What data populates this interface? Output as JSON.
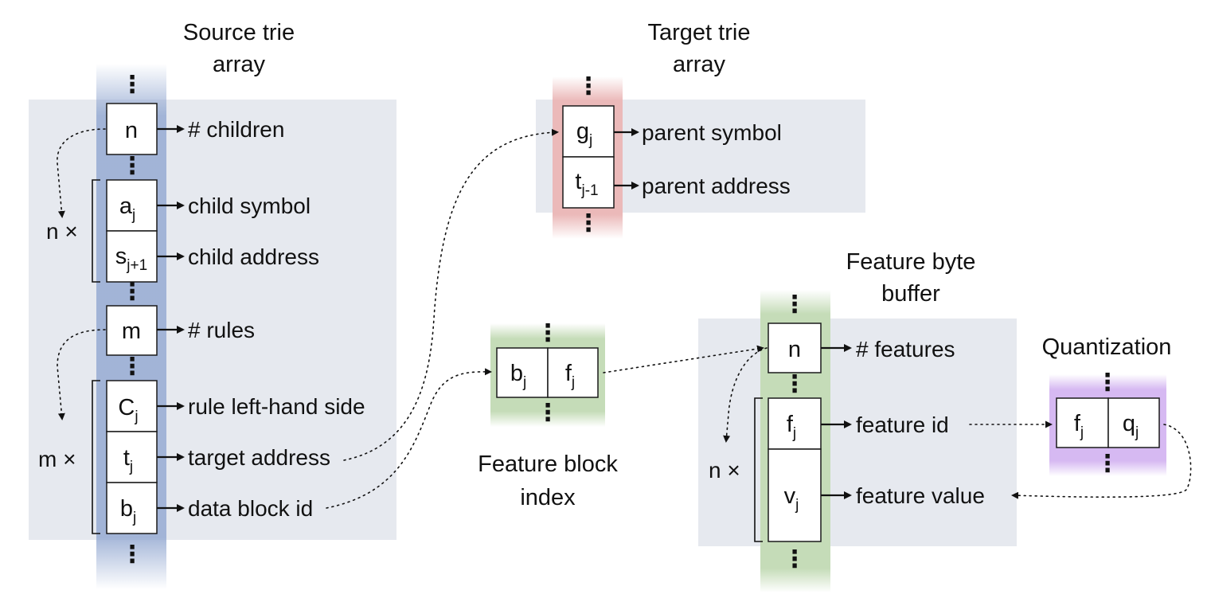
{
  "source_trie": {
    "title_line1": "Source trie",
    "title_line2": "array",
    "cells": {
      "n": "n",
      "a": "a",
      "a_sub": "j",
      "s": "s",
      "s_sub": "j+1",
      "m": "m",
      "C": "C",
      "C_sub": "j",
      "t": "t",
      "t_sub": "j",
      "b": "b",
      "b_sub": "j"
    },
    "labels": {
      "children": "# children",
      "child_symbol": "child symbol",
      "child_address": "child address",
      "rules": "# rules",
      "rule_lhs": "rule left-hand side",
      "target_address": "target address",
      "data_block_id": "data block id"
    },
    "multipliers": {
      "n": "n ×",
      "m": "m ×"
    }
  },
  "target_trie": {
    "title_line1": "Target trie",
    "title_line2": "array",
    "cells": {
      "g": "g",
      "g_sub": "j",
      "t": "t",
      "t_sub": "j-1"
    },
    "labels": {
      "parent_symbol": "parent symbol",
      "parent_address": "parent address"
    }
  },
  "feature_block_index": {
    "title_line1": "Feature block",
    "title_line2": "index",
    "cells": {
      "b": "b",
      "b_sub": "j",
      "f": "f",
      "f_sub": "j"
    }
  },
  "feature_byte_buffer": {
    "title_line1": "Feature byte",
    "title_line2": "buffer",
    "cells": {
      "n": "n",
      "f": "f",
      "f_sub": "j",
      "v": "v",
      "v_sub": "j"
    },
    "labels": {
      "features": "# features",
      "feature_id": "feature id",
      "feature_value": "feature value"
    },
    "multiplier": "n ×"
  },
  "quantization": {
    "title": "Quantization",
    "cells": {
      "f": "f",
      "f_sub": "j",
      "q": "q",
      "q_sub": "j"
    }
  },
  "ellipsis": "⋮",
  "colors": {
    "panel": "#e6e9ef",
    "source_band": "#9aaed4",
    "target_band": "#ebb9b9",
    "feature_band": "#c5dcb8",
    "quant_band": "#d6b9f2"
  }
}
